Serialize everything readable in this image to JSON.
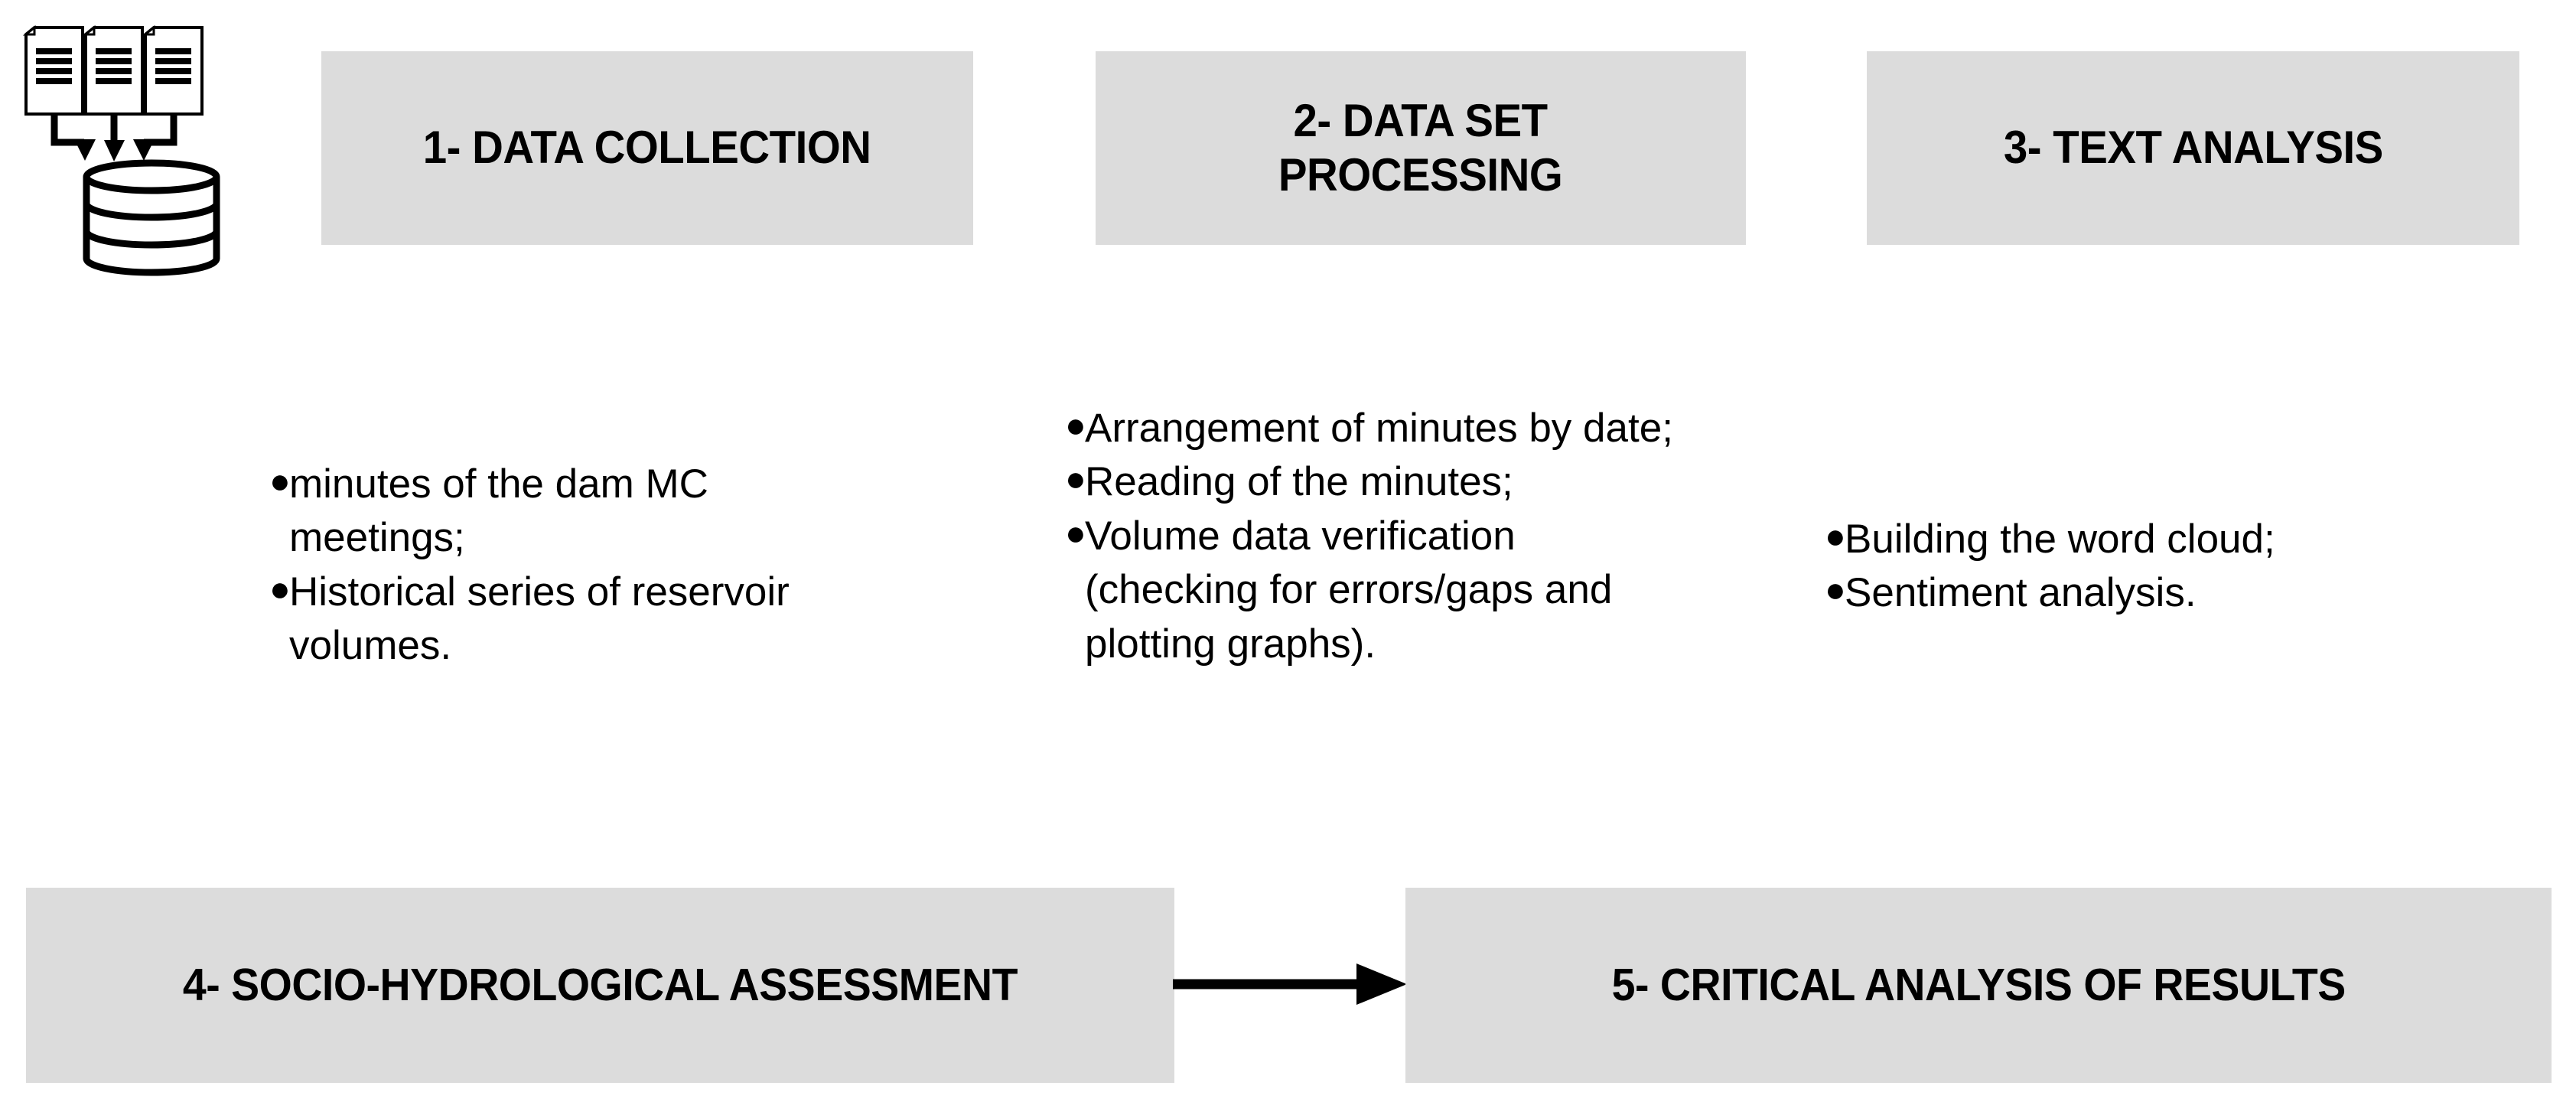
{
  "diagram": {
    "title": "Research methodology flowchart",
    "box_fill_color": "#dcdcdc",
    "text_color": "#000000",
    "arrow_color": "#000000"
  },
  "icons": {
    "data_source": "documents-to-database-icon",
    "document": "document-icon",
    "database": "database-cylinder-icon",
    "down_arrow": "arrow-down-icon",
    "flow_arrow": "arrow-right-icon"
  },
  "stages": [
    {
      "id": "1",
      "label": "1- DATA COLLECTION",
      "bullets": [
        "minutes of the dam MC meetings;",
        "Historical series of reservoir volumes."
      ]
    },
    {
      "id": "2",
      "label": "2- DATA SET\nPROCESSING",
      "bullets": [
        "Arrangement of minutes by date;",
        "Reading of the minutes;",
        "Volume data verification (checking for errors/gaps and plotting graphs)."
      ]
    },
    {
      "id": "3",
      "label": "3- TEXT ANALYSIS",
      "bullets": [
        "Building the word cloud;",
        "Sentiment analysis."
      ]
    },
    {
      "id": "4",
      "label": "4- SOCIO-HYDROLOGICAL ASSESSMENT",
      "bullets": []
    },
    {
      "id": "5",
      "label": "5- CRITICAL ANALYSIS OF RESULTS",
      "bullets": []
    }
  ],
  "bullet_marker": "●"
}
